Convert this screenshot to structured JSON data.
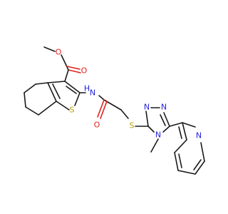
{
  "atoms": {
    "ester_O": "O",
    "carbonyl_O": "O",
    "amide_N": "N",
    "amide_H": "H",
    "amide_O": "O",
    "thiophene_S": "S",
    "thioether_S": "S",
    "triazole_N1": "N",
    "triazole_N2": "N",
    "triazole_N4": "N",
    "pyridine_N": "N"
  },
  "colors": {
    "carbon": "#1a1a1a",
    "oxygen": "#e0201b",
    "nitrogen": "#2222dd",
    "sulfur": "#b8a000"
  }
}
